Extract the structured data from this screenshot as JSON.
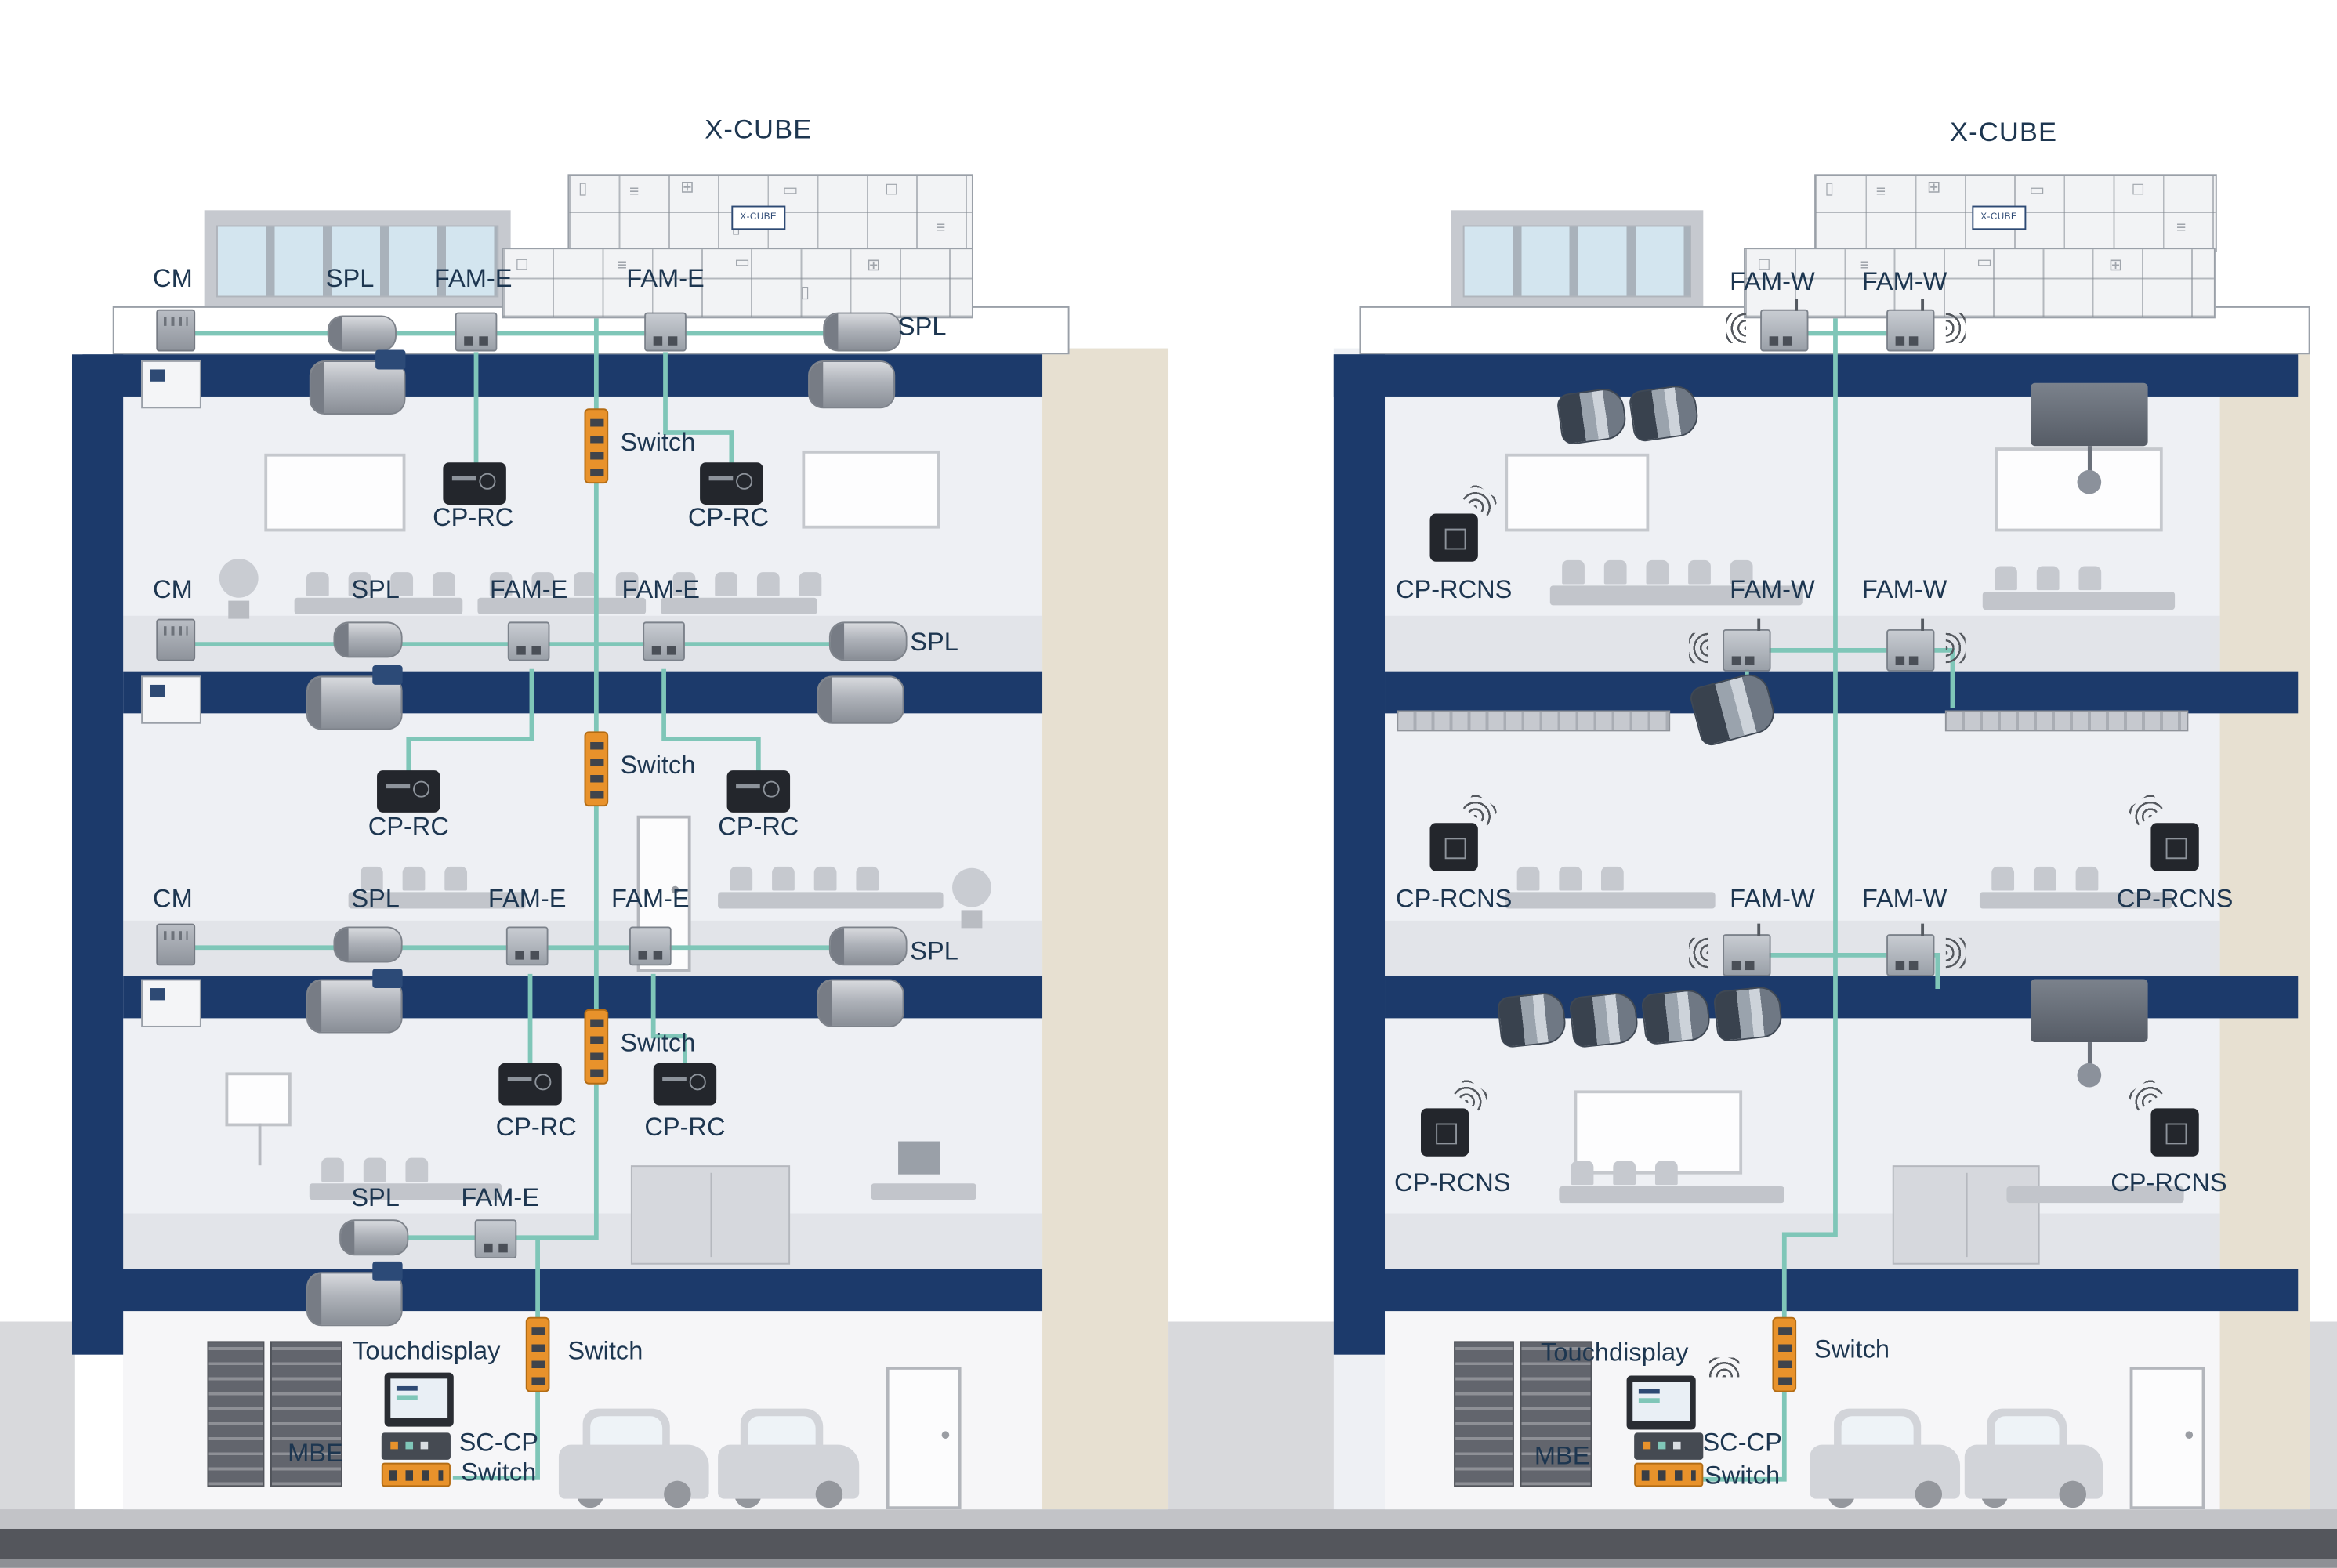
{
  "left": {
    "title": "X-CUBE",
    "unit_logo": "X-CUBE",
    "rows": [
      {
        "cm": "CM",
        "spl_l": "SPL",
        "fam_l": "FAM-E",
        "fam_r": "FAM-E",
        "spl_r": "SPL",
        "switch": "Switch",
        "cprc_l": "CP-RC",
        "cprc_r": "CP-RC"
      },
      {
        "cm": "CM",
        "spl_l": "SPL",
        "fam_l": "FAM-E",
        "fam_r": "FAM-E",
        "spl_r": "SPL",
        "switch": "Switch",
        "cprc_l": "CP-RC",
        "cprc_r": "CP-RC"
      },
      {
        "cm": "CM",
        "spl_l": "SPL",
        "fam_l": "FAM-E",
        "fam_r": "FAM-E",
        "spl_r": "SPL",
        "switch": "Switch",
        "cprc_l": "CP-RC",
        "cprc_r": "CP-RC"
      },
      {
        "spl_l": "SPL",
        "fam_l": "FAM-E"
      }
    ],
    "basement": {
      "touchdisplay": "Touchdisplay",
      "switch": "Switch",
      "mbe": "MBE",
      "sccp": "SC-CP",
      "sccp_switch": "Switch"
    }
  },
  "right": {
    "title": "X-CUBE",
    "unit_logo": "X-CUBE",
    "top": {
      "fam_l": "FAM-W",
      "fam_r": "FAM-W"
    },
    "rows": [
      {
        "cprcns_l": "CP-RCNS",
        "fam_l": "FAM-W",
        "fam_r": "FAM-W"
      },
      {
        "cprcns_l": "CP-RCNS",
        "fam_l": "FAM-W",
        "fam_r": "FAM-W",
        "cprcns_r": "CP-RCNS"
      },
      {
        "cprcns_l": "CP-RCNS",
        "cprcns_r": "CP-RCNS"
      }
    ],
    "basement": {
      "touchdisplay": "Touchdisplay",
      "switch": "Switch",
      "mbe": "MBE",
      "sccp": "SC-CP",
      "sccp_switch": "Switch"
    }
  },
  "colors": {
    "slab_navy": "#1c3a6b",
    "cable_teal": "#7fc6b8",
    "switch_orange": "#e8922b",
    "label_text": "#1d3650"
  }
}
